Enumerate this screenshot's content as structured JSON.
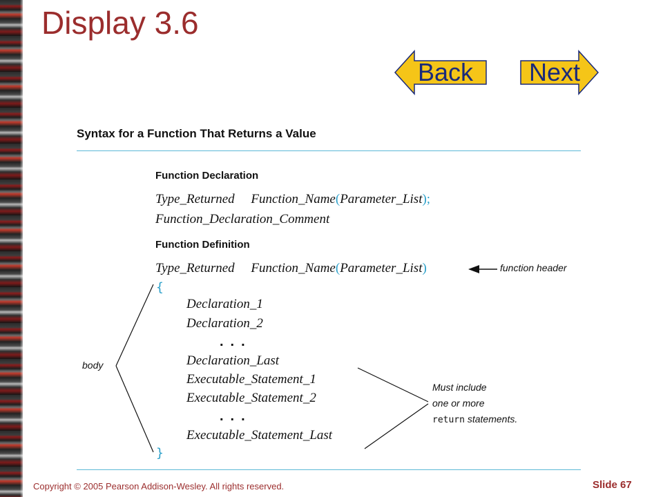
{
  "slide": {
    "title": "Display 3.6",
    "back_label": "Back",
    "next_label": "Next",
    "footer_copyright": "Copyright © 2005 Pearson Addison-Wesley. All rights reserved.",
    "slide_number": "Slide 67"
  },
  "figure": {
    "heading": "Syntax for a Function That Returns a Value",
    "declaration_label": "Function Declaration",
    "decl_type": "Type_Returned",
    "decl_name": "Function_Name",
    "decl_params": "Parameter_List",
    "decl_open_paren": "(",
    "decl_close": ");",
    "decl_comment": "Function_Declaration_Comment",
    "definition_label": "Function Definition",
    "def_type": "Type_Returned",
    "def_name": "Function_Name",
    "def_params": "Parameter_List",
    "def_open_paren": "(",
    "def_close_paren": ")",
    "header_note": "function header",
    "open_brace": "{",
    "close_brace": "}",
    "body_lines": {
      "decl1": "Declaration_1",
      "decl2": "Declaration_2",
      "dots1": "...",
      "decl_last": "Declaration_Last",
      "exec1": "Executable_Statement_1",
      "exec2": "Executable_Statement_2",
      "dots2": "...",
      "exec_last": "Executable_Statement_Last"
    },
    "body_label": "body",
    "note_line1": "Must include",
    "note_line2": "one or more",
    "note_keyword": "return",
    "note_line3_rest": " statements."
  },
  "colors": {
    "title": "#9b2d2d",
    "nav_fill": "#f5c518",
    "nav_text": "#1a2a7a",
    "rule": "#5bb8d6",
    "paren": "#2a9fc9"
  }
}
